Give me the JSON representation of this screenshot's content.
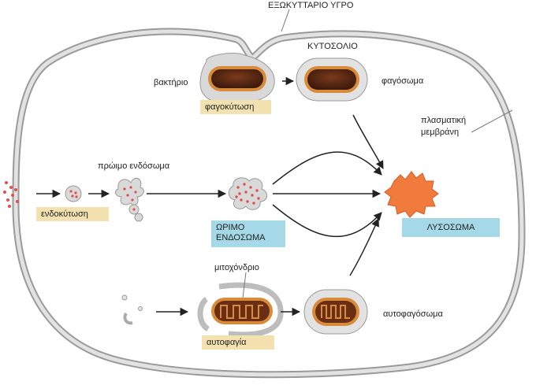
{
  "labels": {
    "extracellular": "ΕΞΩΚΥΤΤΑΡΙΟ ΥΓΡΟ",
    "cytosol": "ΚΥΤΟΣΟΛΙΟ",
    "bacterium": "βακτήριο",
    "phagosome": "φαγόσωμα",
    "plasma_membrane_line1": "πλασματική",
    "plasma_membrane_line2": "μεμβράνη",
    "early_endosome": "πρώιμο ενδόσωμα",
    "mitochondrion": "μιτοχόνδριο",
    "autophagosome": "αυτοφαγόσωμα"
  },
  "boxes": {
    "phagocytosis": "φαγοκύτωση",
    "endocytosis": "ενδοκύτωση",
    "mature_endosome_line1": "ΩΡΙΜΟ",
    "mature_endosome_line2": "ΕΝΔΟΣΩΜΑ",
    "lysosome": "ΛΥΣΟΣΩΜΑ",
    "autophagy": "αυτοφαγία"
  },
  "colors": {
    "membrane": "#c9c9c9",
    "membrane_stroke": "#8c8c8c",
    "tan_box": "#f3e2b0",
    "blue_box": "#a6d9e8",
    "lysosome": "#f07b3c",
    "bacterium_dark": "#5a2a16",
    "bacterium_rim": "#d88b3a",
    "dots": "#e05050"
  }
}
